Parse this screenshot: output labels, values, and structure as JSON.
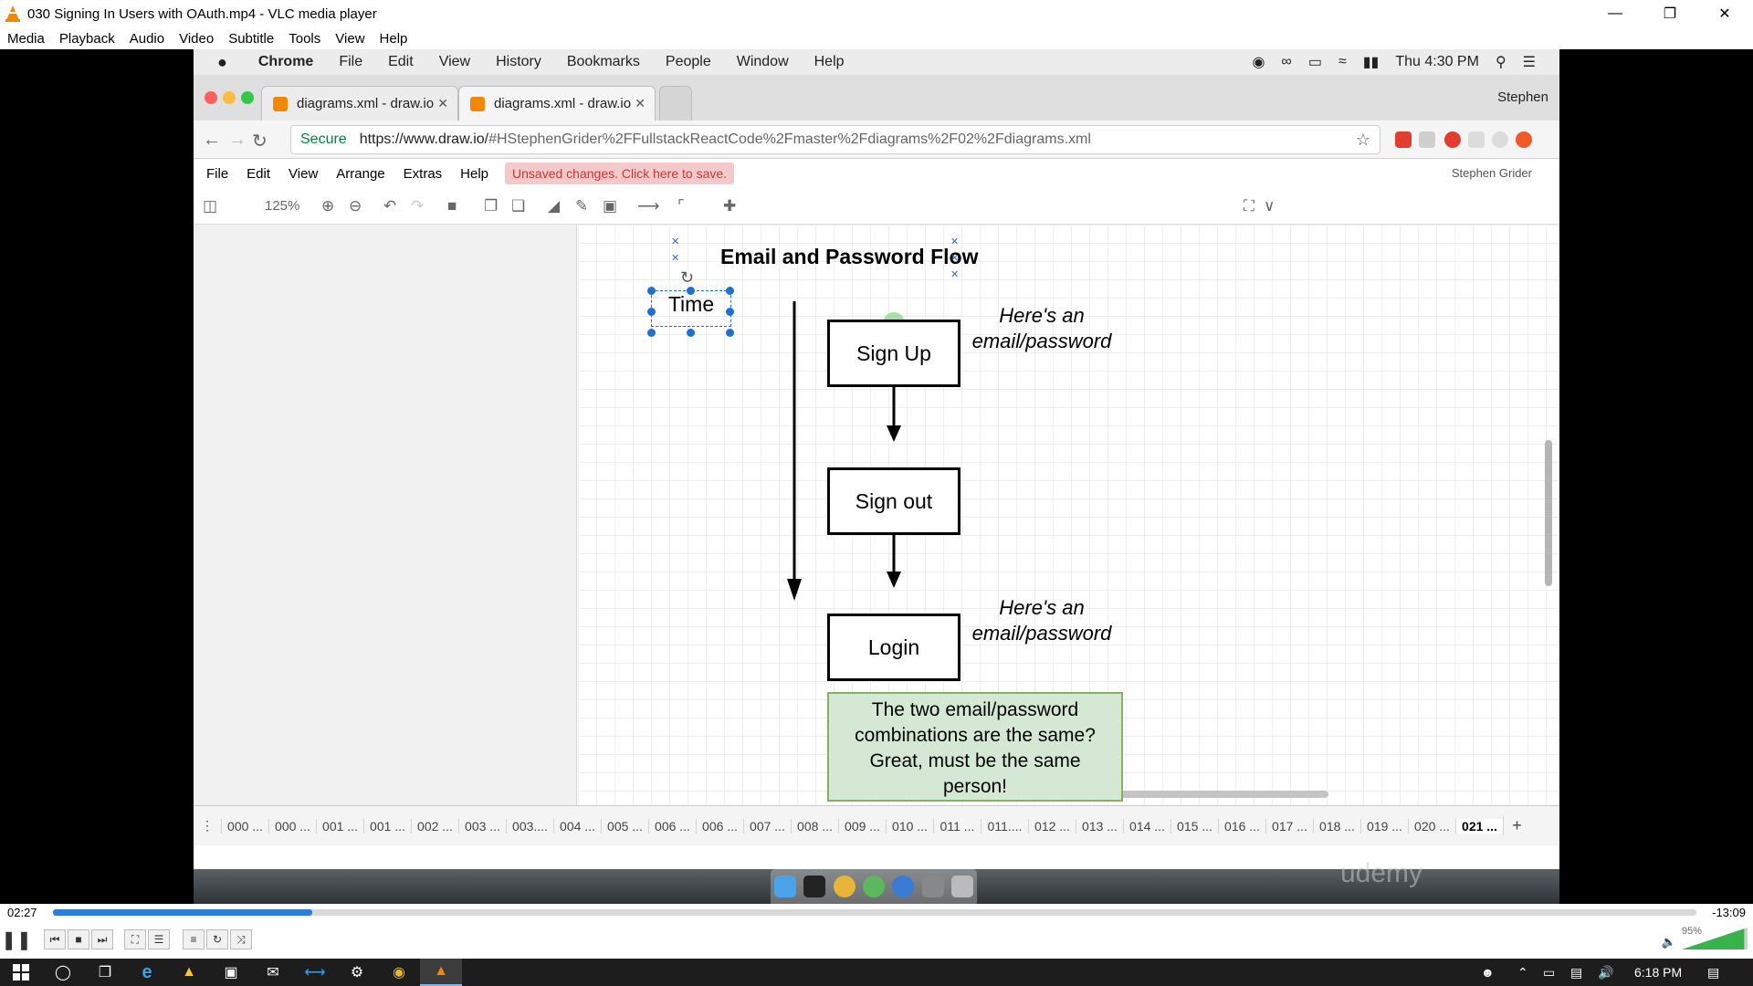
{
  "vlc": {
    "title": "030 Signing In Users with OAuth.mp4 - VLC media player",
    "menu": [
      "Media",
      "Playback",
      "Audio",
      "Video",
      "Subtitle",
      "Tools",
      "View",
      "Help"
    ],
    "time_elapsed": "02:27",
    "time_remaining": "-13:09",
    "progress": 0.158,
    "volume_label": "95%",
    "volume": 0.95
  },
  "mac": {
    "menu": [
      "Chrome",
      "File",
      "Edit",
      "View",
      "History",
      "Bookmarks",
      "People",
      "Window",
      "Help"
    ],
    "clock": "Thu 4:30 PM"
  },
  "browser": {
    "tabs": [
      {
        "label": "diagrams.xml - draw.io"
      },
      {
        "label": "diagrams.xml - draw.io"
      }
    ],
    "profile": "Stephen",
    "secure_label": "Secure",
    "url_host": "https://www.draw.io/",
    "url_rest": "#HStephenGrider%2FFullstackReactCode%2Fmaster%2Fdiagrams%2F02%2Fdiagrams.xml"
  },
  "drawio": {
    "menu": [
      "File",
      "Edit",
      "View",
      "Arrange",
      "Extras",
      "Help"
    ],
    "unsaved": "Unsaved changes. Click here to save.",
    "user": "Stephen Grider",
    "zoom": "125%",
    "diagram": {
      "title": "Email and Password Flow",
      "time_label": "Time",
      "boxes": [
        "Sign Up",
        "Sign out",
        "Login"
      ],
      "note1_line1": "Here's an",
      "note1_line2": "email/password",
      "note2_line1": "Here's an",
      "note2_line2": "email/password",
      "green_line1": "The two email/password",
      "green_line2": "combinations are the same?",
      "green_line3": "Great, must be the same",
      "green_line4": "person!"
    },
    "pages": [
      "000 ...",
      "000 ...",
      "001 ...",
      "001 ...",
      "002 ...",
      "003 ...",
      "003....",
      "004 ...",
      "005 ...",
      "006 ...",
      "006 ...",
      "007 ...",
      "008 ...",
      "009 ...",
      "010 ...",
      "011 ...",
      "011....",
      "012 ...",
      "013 ...",
      "014 ...",
      "015 ...",
      "016 ...",
      "017 ...",
      "018 ...",
      "019 ...",
      "020 ...",
      "021 ..."
    ]
  },
  "watermark": "udemy",
  "taskbar": {
    "clock": "6:18 PM"
  }
}
